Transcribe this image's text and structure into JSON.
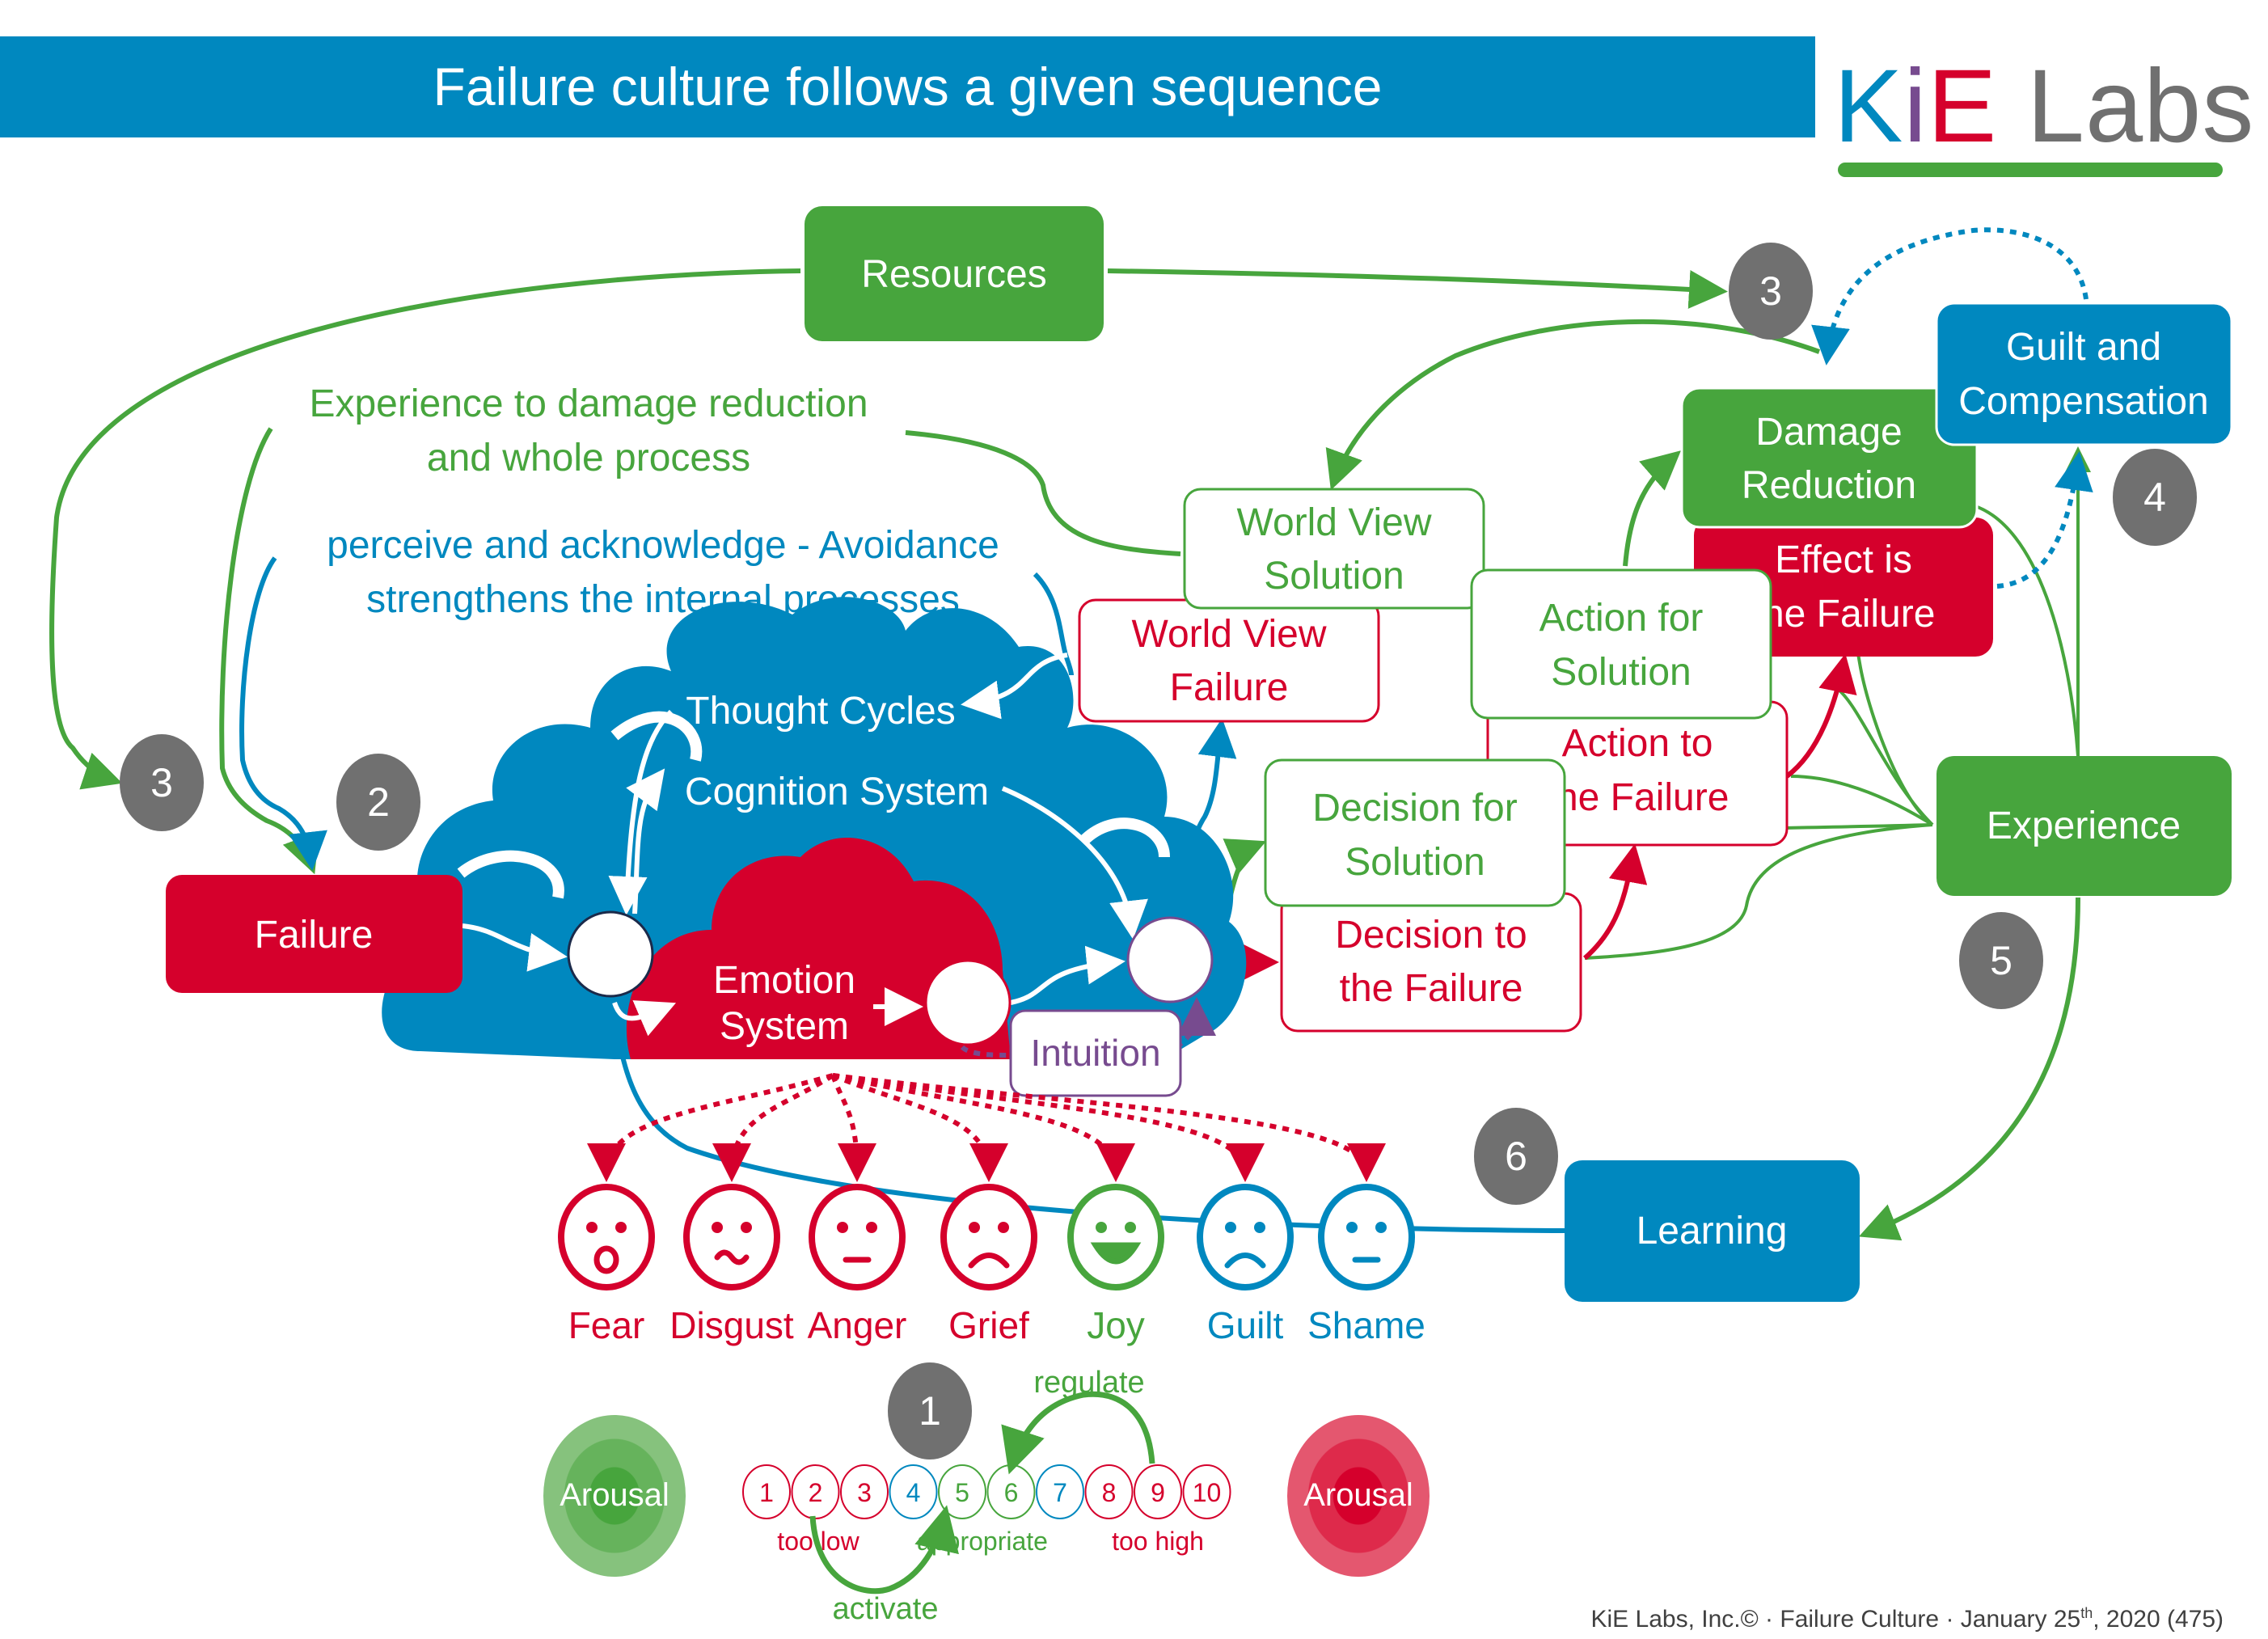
{
  "header": {
    "title": "Failure culture follows a given sequence",
    "logo": {
      "k": "K",
      "i": "i",
      "e": "E",
      "labs": "Labs"
    }
  },
  "colors": {
    "blue": "#0088bf",
    "green": "#47a53d",
    "red": "#d5002c",
    "purple": "#774b8f",
    "gray": "#707070"
  },
  "annotations": {
    "experience_line1": "Experience to damage reduction",
    "experience_line2": "and whole process",
    "perceive_line1": "perceive and acknowledge - Avoidance",
    "perceive_line2": "strengthens the internal processes"
  },
  "nodes": {
    "resources": "Resources",
    "failure": "Failure",
    "world_view_solution": [
      "World View",
      "Solution"
    ],
    "world_view_failure": [
      "World View",
      "Failure"
    ],
    "damage_reduction": [
      "Damage",
      "Reduction"
    ],
    "guilt_compensation": [
      "Guilt and",
      "Compensation"
    ],
    "effect_failure": [
      "Effect is",
      "the Failure"
    ],
    "action_solution": [
      "Action for",
      "Solution"
    ],
    "action_failure": [
      "Action to",
      "the Failure"
    ],
    "decision_solution": [
      "Decision for",
      "Solution"
    ],
    "decision_failure": [
      "Decision to",
      "the Failure"
    ],
    "experience": "Experience",
    "learning": "Learning",
    "intuition": "Intuition"
  },
  "cloud": {
    "thought_cycles": "Thought Cycles",
    "cognition_system": "Cognition System",
    "emotion_line1": "Emotion",
    "emotion_line2": "System"
  },
  "badges": [
    "3",
    "4",
    "3",
    "2",
    "5",
    "6",
    "1"
  ],
  "emotions": [
    {
      "label": "Fear",
      "color": "red"
    },
    {
      "label": "Disgust",
      "color": "red"
    },
    {
      "label": "Anger",
      "color": "red"
    },
    {
      "label": "Grief",
      "color": "red"
    },
    {
      "label": "Joy",
      "color": "green"
    },
    {
      "label": "Guilt",
      "color": "blue"
    },
    {
      "label": "Shame",
      "color": "blue"
    }
  ],
  "arousal_scale": {
    "values": [
      "1",
      "2",
      "3",
      "4",
      "5",
      "6",
      "7",
      "8",
      "9",
      "10"
    ],
    "value_colors": [
      "red",
      "red",
      "red",
      "blue",
      "green",
      "green",
      "blue",
      "red",
      "red",
      "red"
    ],
    "too_low": "too low",
    "appropriate": "appropriate",
    "too_high": "too high",
    "regulate": "regulate",
    "activate": "activate",
    "arousal_low": "Arousal",
    "arousal_high": "Arousal"
  },
  "footer": {
    "prefix": "KiE Labs, Inc.© · Failure Culture · January 25",
    "sup": "th",
    "suffix": ", 2020 (475)"
  }
}
